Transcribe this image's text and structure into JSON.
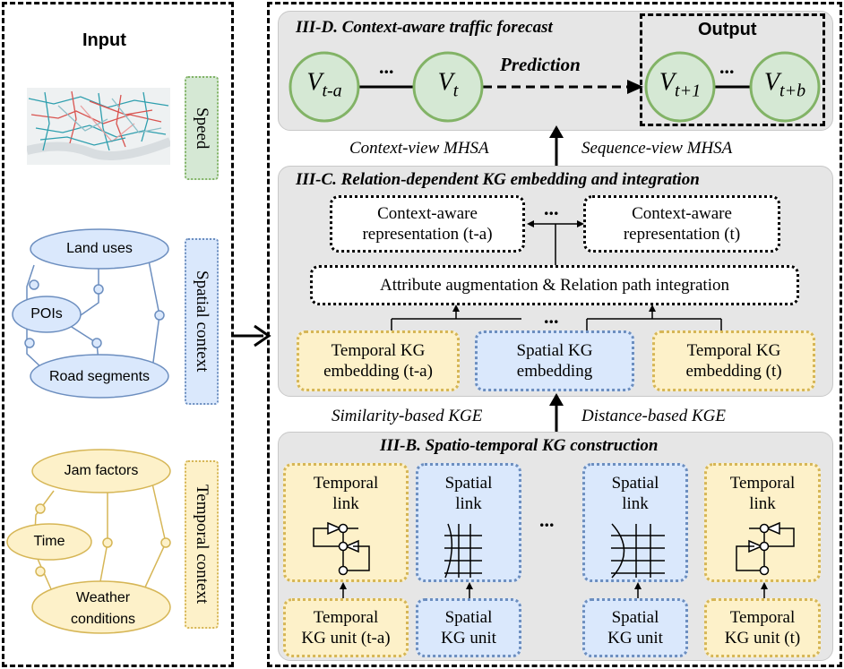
{
  "input": {
    "title": "Input",
    "speed_label": "Speed",
    "spatial_label": "Spatial context",
    "temporal_label": "Temporal context",
    "spatial_nodes": [
      "Land uses",
      "POIs",
      "Road segments"
    ],
    "temporal_nodes": [
      "Jam factors",
      "Time",
      "Weather conditions"
    ]
  },
  "forecast": {
    "title": "III-D. Context-aware traffic forecast",
    "output_label": "Output",
    "prediction_label": "Prediction",
    "ellipsis": "...",
    "nodes": [
      {
        "base": "V",
        "sub": "t-a"
      },
      {
        "base": "V",
        "sub": "t"
      },
      {
        "base": "V",
        "sub": "t+1"
      },
      {
        "base": "V",
        "sub": "t+b"
      }
    ]
  },
  "mhsa": {
    "left": "Context-view MHSA",
    "right": "Sequence-view MHSA"
  },
  "relation": {
    "title": "III-C. Relation-dependent KG embedding and integration",
    "ctx_left_1": "Context-aware",
    "ctx_left_2": "representation (t-a)",
    "ctx_right_1": "Context-aware",
    "ctx_right_2": "representation (t)",
    "ellipsis": "...",
    "attribute": "Attribute augmentation & Relation path integration",
    "emb_temporal_1": "Temporal KG",
    "emb_temporal_2": "embedding (t-a)",
    "emb_spatial_1": "Spatial KG",
    "emb_spatial_2": "embedding",
    "emb_temporal_t_1": "Temporal KG",
    "emb_temporal_t_2": "embedding (t)"
  },
  "kge": {
    "left": "Similarity-based KGE",
    "right": "Distance-based KGE"
  },
  "construction": {
    "title": "III-B. Spatio-temporal KG construction",
    "ellipsis": "...",
    "links": [
      {
        "line1": "Temporal",
        "line2": "link"
      },
      {
        "line1": "Spatial",
        "line2": "link"
      },
      {
        "line1": "Spatial",
        "line2": "link"
      },
      {
        "line1": "Temporal",
        "line2": "link"
      }
    ],
    "units": [
      {
        "line1": "Temporal",
        "line2": "KG unit (t-a)"
      },
      {
        "line1": "Spatial",
        "line2": "KG unit"
      },
      {
        "line1": "Spatial",
        "line2": "KG unit"
      },
      {
        "line1": "Temporal",
        "line2": "KG unit (t)"
      }
    ]
  },
  "colors": {
    "green_stroke": "#82b366",
    "green_fill": "#d5e8d4",
    "yellow_fill": "#fdf1c9",
    "yellow_stroke": "#d6b656",
    "blue_fill": "#dae8fc",
    "blue_stroke": "#6c8ebf",
    "panel_gray": "#e6e6e6"
  }
}
